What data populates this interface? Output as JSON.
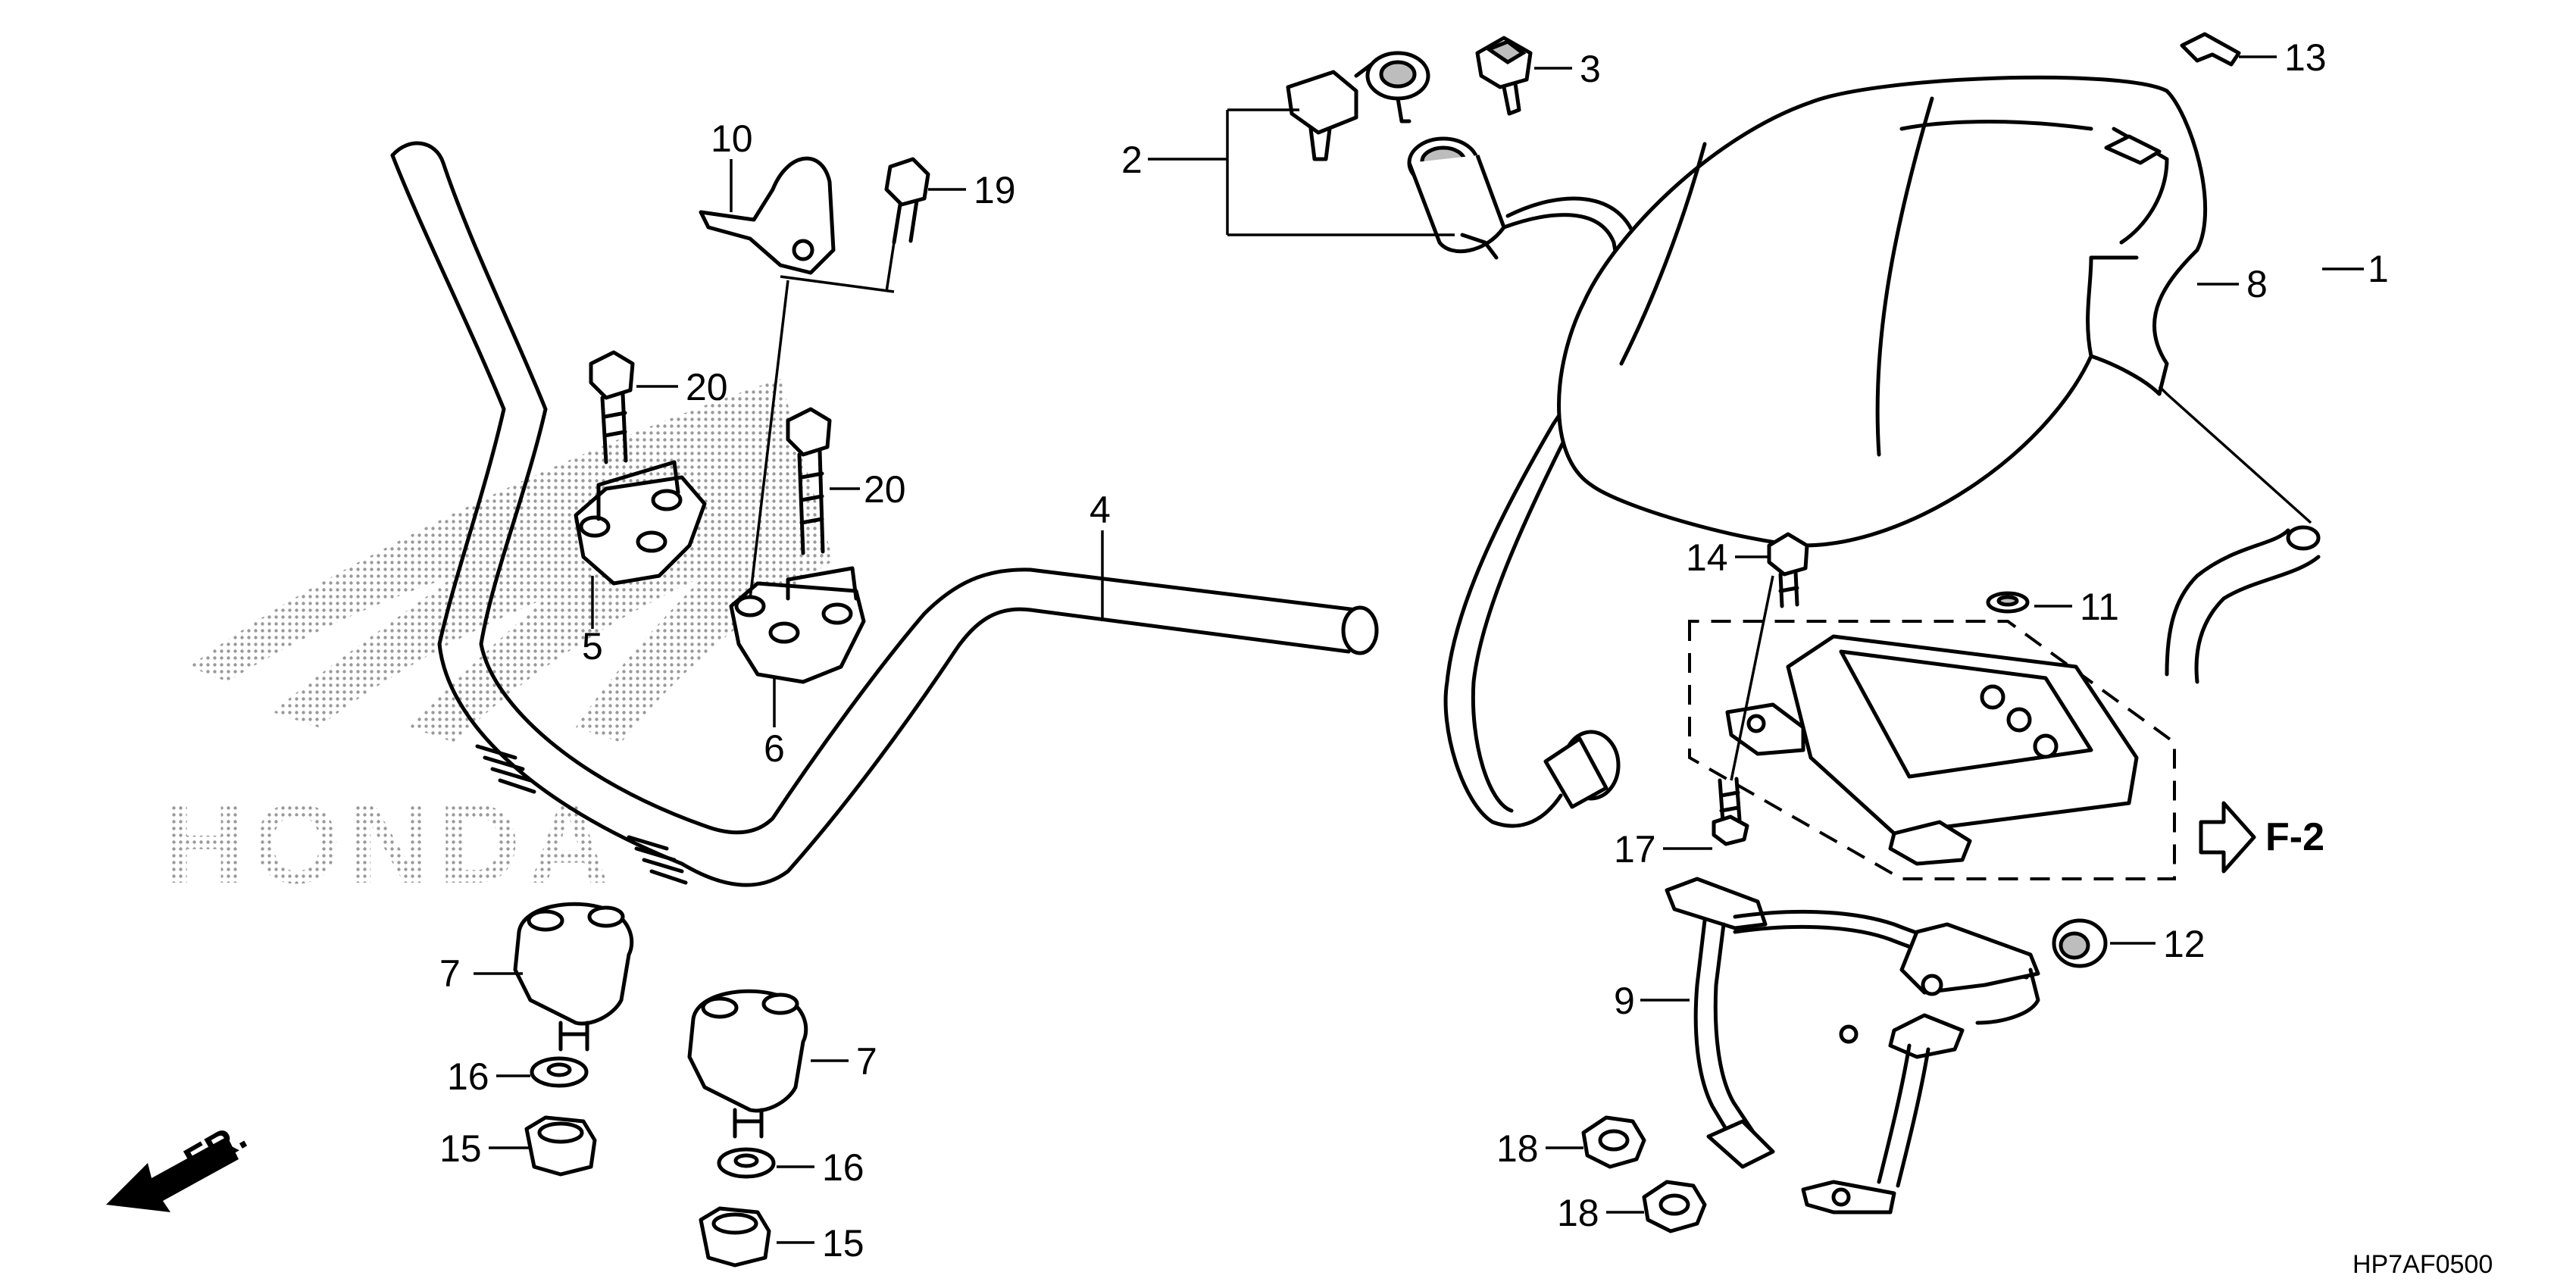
{
  "diagram": {
    "watermark_text": "HONDA",
    "direction_label": "FR.",
    "reference_label": "F-2",
    "drawing_code": "HP7AF0500",
    "callouts": {
      "c1": "1",
      "c2": "2",
      "c3": "3",
      "c4": "4",
      "c5": "5",
      "c6": "6",
      "c7a": "7",
      "c7b": "7",
      "c8": "8",
      "c9": "9",
      "c10": "10",
      "c11": "11",
      "c12": "12",
      "c13": "13",
      "c14": "14",
      "c15a": "15",
      "c15b": "15",
      "c16a": "16",
      "c16b": "16",
      "c17": "17",
      "c18a": "18",
      "c18b": "18",
      "c19": "19",
      "c20a": "20",
      "c20b": "20"
    }
  }
}
